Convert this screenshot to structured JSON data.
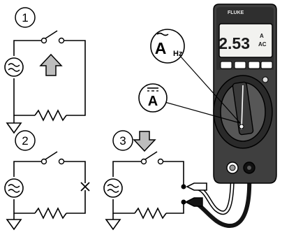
{
  "steps": [
    {
      "number": "1"
    },
    {
      "number": "2"
    },
    {
      "number": "3"
    }
  ],
  "meter": {
    "brand": "FLUKE",
    "reading": "2.53",
    "unit_top": "A",
    "unit_bottom": "AC",
    "callout_ac_main": "A",
    "callout_ac_sub": "Hz",
    "callout_dc_main": "A"
  },
  "colors": {
    "meter_body": "#3f3f3f",
    "meter_trim": "#262626",
    "display_bg": "#f2f2ef",
    "arrow_fill": "#bdbdbd",
    "lead_red": "#1e1e1e",
    "lead_black": "#141414"
  },
  "icons": [
    "ac-source-icon",
    "ground-icon",
    "resistor-icon",
    "switch-icon",
    "up-arrow-icon",
    "down-arrow-icon",
    "break-mark-icon",
    "test-probe-icon"
  ]
}
